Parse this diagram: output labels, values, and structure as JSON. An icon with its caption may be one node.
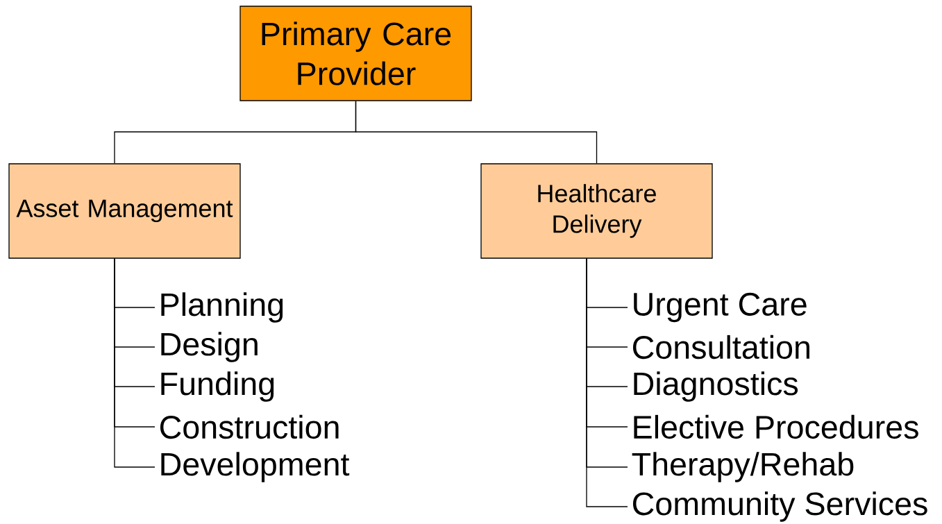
{
  "diagram": {
    "nodes": [
      {
        "text": [
          "Primary Care Provider"
        ]
      },
      {
        "text": [
          "Asset Management"
        ]
      },
      {
        "text": [
          "Healthcare Delivery"
        ]
      },
      {
        "text": [
          "Planning"
        ]
      },
      {
        "text": [
          "Design"
        ]
      },
      {
        "text": [
          "Funding"
        ]
      },
      {
        "text": [
          "Construction"
        ]
      },
      {
        "text": [
          "Development"
        ]
      },
      {
        "text": [
          "Urgent Care"
        ]
      },
      {
        "text": [
          "Consultation"
        ]
      },
      {
        "text": [
          "Diagnostics"
        ]
      },
      {
        "text": [
          "Elective Procedures"
        ]
      },
      {
        "text": [
          "Therapy/Rehab"
        ]
      },
      {
        "text": [
          "Community Services"
        ]
      }
    ],
    "edges": [
      {
        "from": 0,
        "to": 1,
        "arrow": "none"
      },
      {
        "from": 0,
        "to": 2,
        "arrow": "none"
      },
      {
        "from": 1,
        "to": 3,
        "arrow": "none"
      },
      {
        "from": 1,
        "to": 4,
        "arrow": "none"
      },
      {
        "from": 1,
        "to": 5,
        "arrow": "none"
      },
      {
        "from": 1,
        "to": 6,
        "arrow": "none"
      },
      {
        "from": 1,
        "to": 7,
        "arrow": "none"
      },
      {
        "from": 2,
        "to": 8,
        "arrow": "none"
      },
      {
        "from": 2,
        "to": 9,
        "arrow": "none"
      },
      {
        "from": 2,
        "to": 10,
        "arrow": "none"
      },
      {
        "from": 2,
        "to": 11,
        "arrow": "none"
      },
      {
        "from": 2,
        "to": 12,
        "arrow": "none"
      },
      {
        "from": 2,
        "to": 13,
        "arrow": "none"
      }
    ]
  }
}
